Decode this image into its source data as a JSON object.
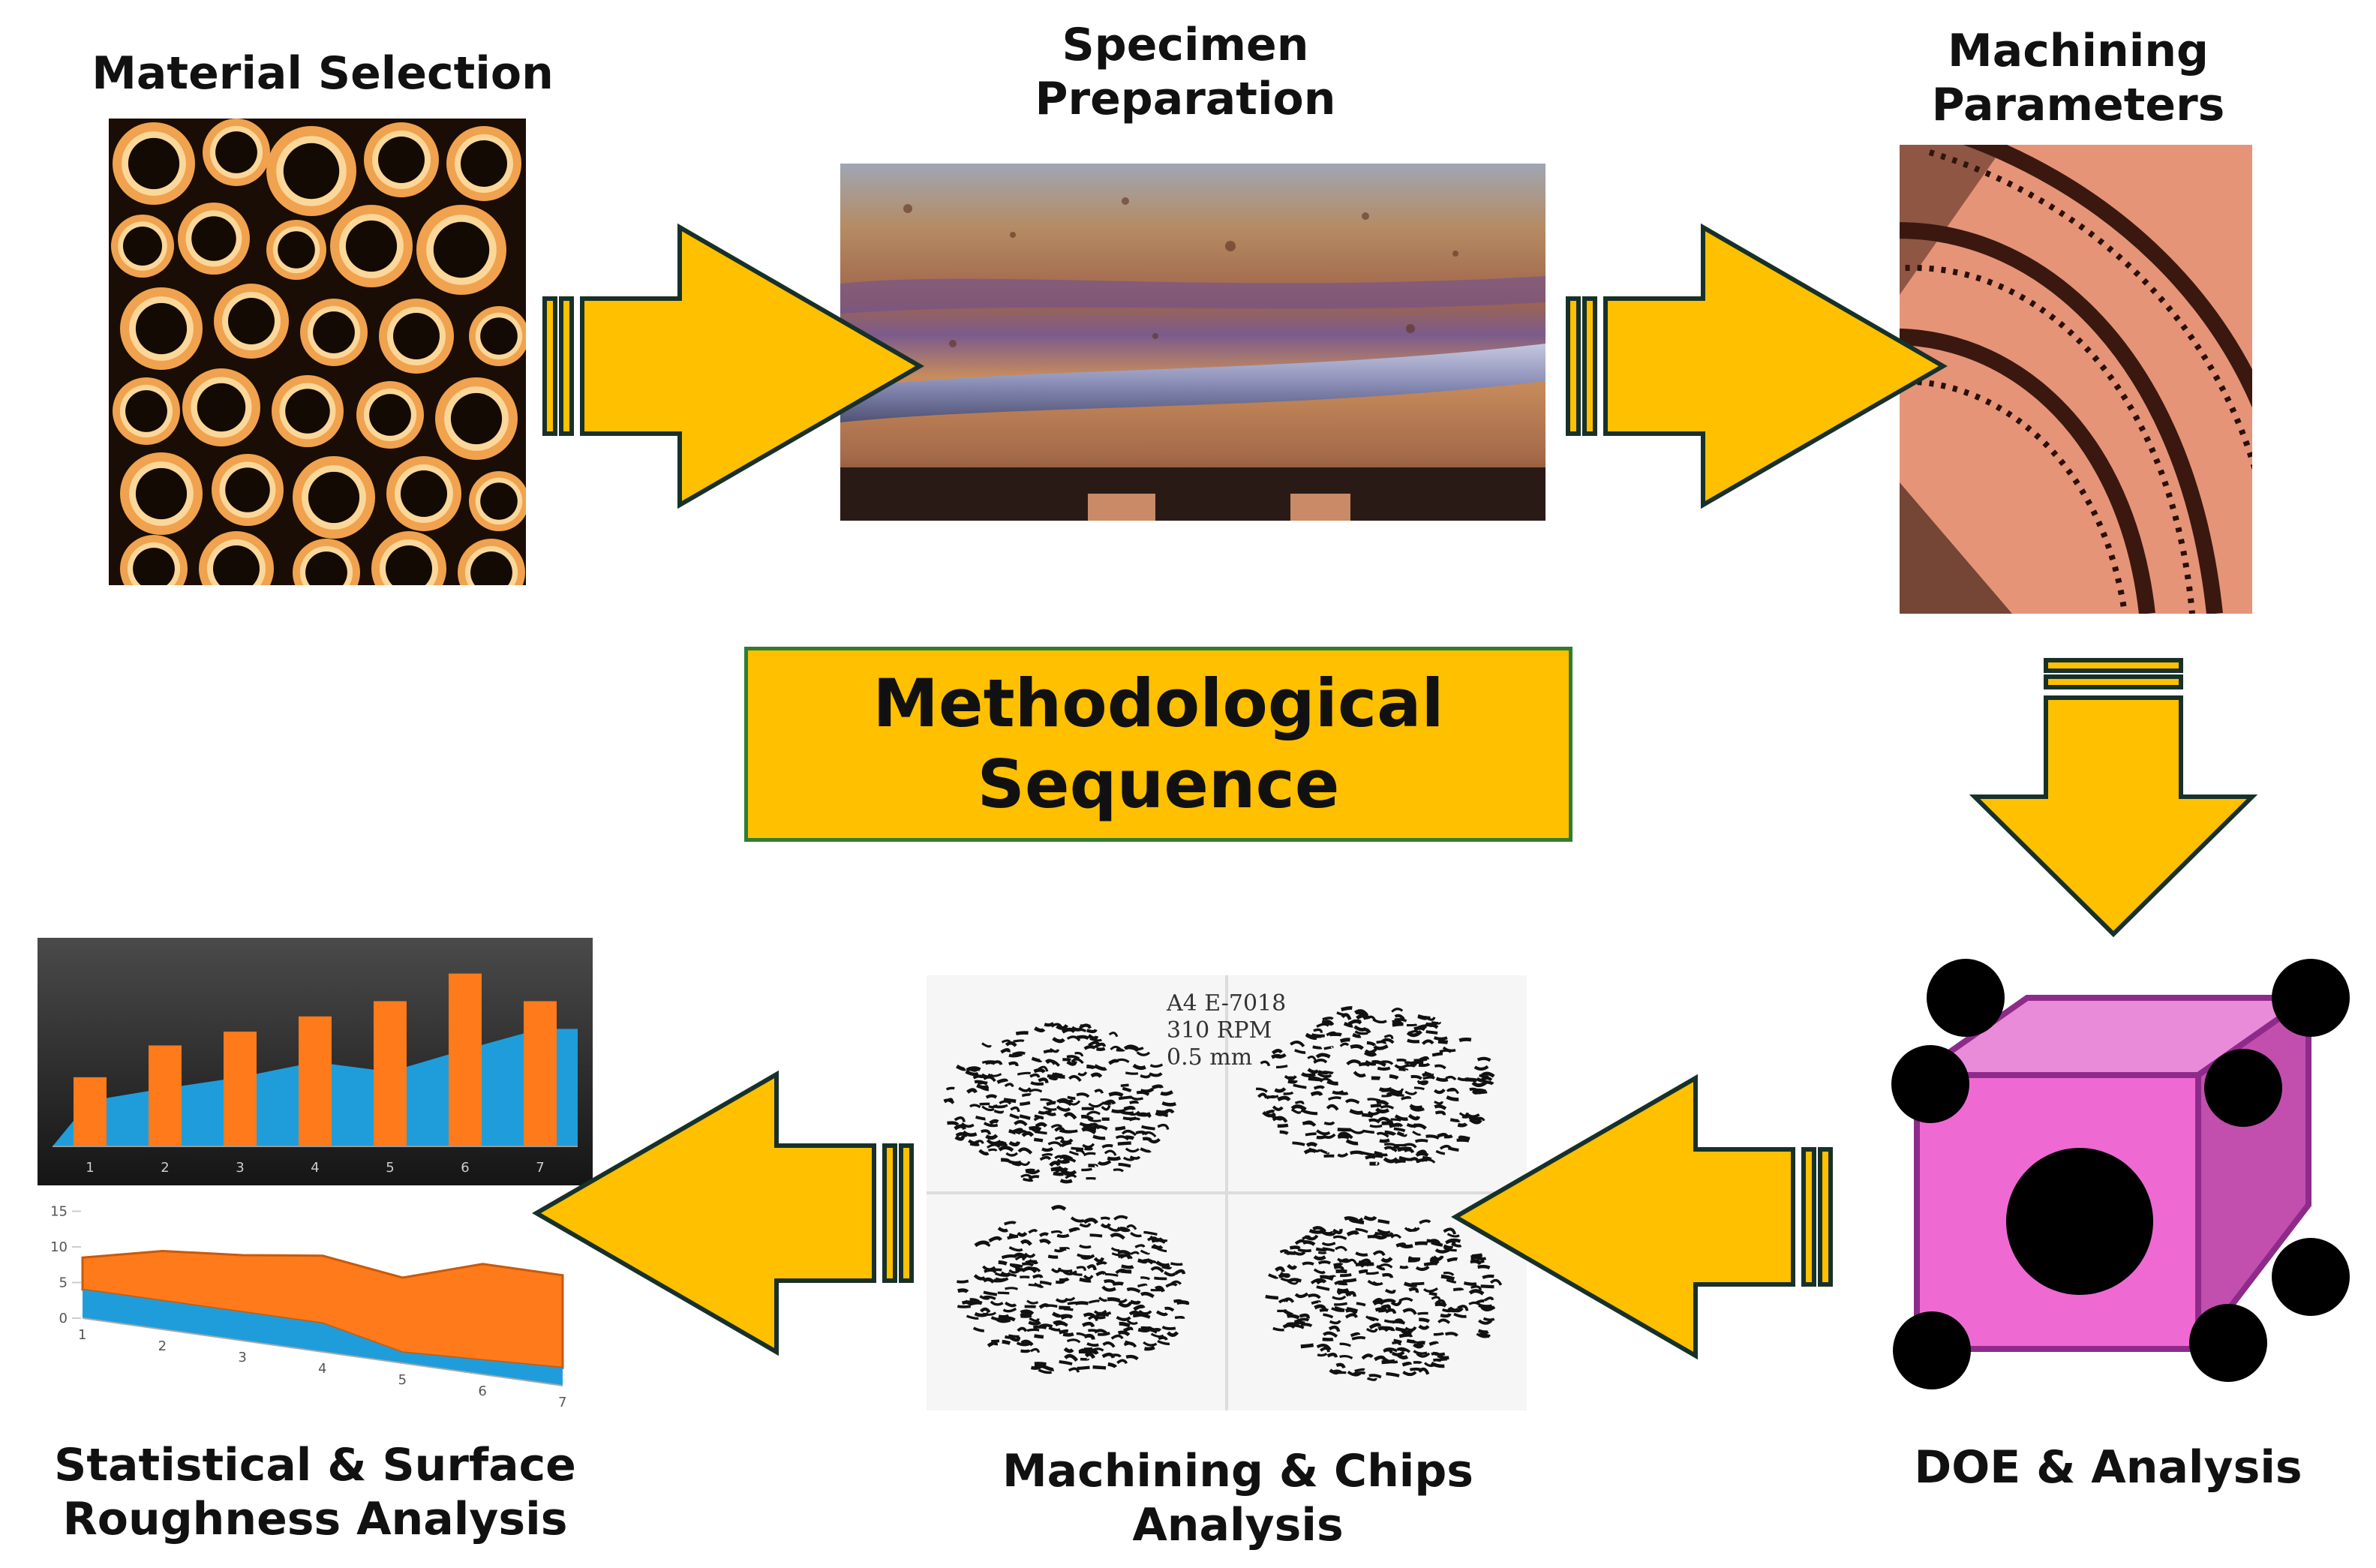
{
  "title": {
    "line1": "Methodological",
    "line2": "Sequence"
  },
  "steps": {
    "material": {
      "label": "Material Selection"
    },
    "specimen": {
      "line1": "Specimen",
      "line2": "Preparation"
    },
    "parameters": {
      "line1": "Machining",
      "line2": "Parameters"
    },
    "doe": {
      "label": "DOE & Analysis"
    },
    "chips": {
      "line1": "Machining & Chips",
      "line2": "Analysis",
      "annotation": {
        "line1": "A4 E-7018",
        "line2": "310 RPM",
        "line3": "0.5 mm"
      }
    },
    "stats": {
      "line1": "Statistical & Surface",
      "line2": "Roughness Analysis"
    }
  },
  "chart_data": [
    {
      "type": "bar",
      "categories": [
        "1",
        "2",
        "3",
        "4",
        "5",
        "6",
        "7"
      ],
      "series": [
        {
          "values": [
            5,
            7.3,
            8.3,
            9.4,
            10.5,
            12.5,
            10.5
          ]
        },
        {
          "values": [
            3.3,
            4.2,
            5.0,
            6.1,
            5.4,
            7.0,
            8.5
          ]
        }
      ],
      "ylim": [
        0,
        14
      ]
    },
    {
      "type": "area",
      "categories": [
        "1",
        "2",
        "3",
        "4",
        "5",
        "6",
        "7"
      ],
      "yticks": [
        "0",
        "5",
        "10",
        "15"
      ],
      "series": [
        {
          "values": [
            4,
            4,
            4,
            4,
            1.5,
            2,
            2.5
          ]
        },
        {
          "values": [
            8.5,
            11,
            12,
            13.5,
            12,
            15.5,
            15.5
          ]
        }
      ],
      "ylim": [
        0,
        15
      ]
    }
  ],
  "colors": {
    "arrow": "#FFC000",
    "arrow_outline": "#17312A",
    "cube": "#EE6AD2",
    "title_border": "#2E7D32"
  }
}
